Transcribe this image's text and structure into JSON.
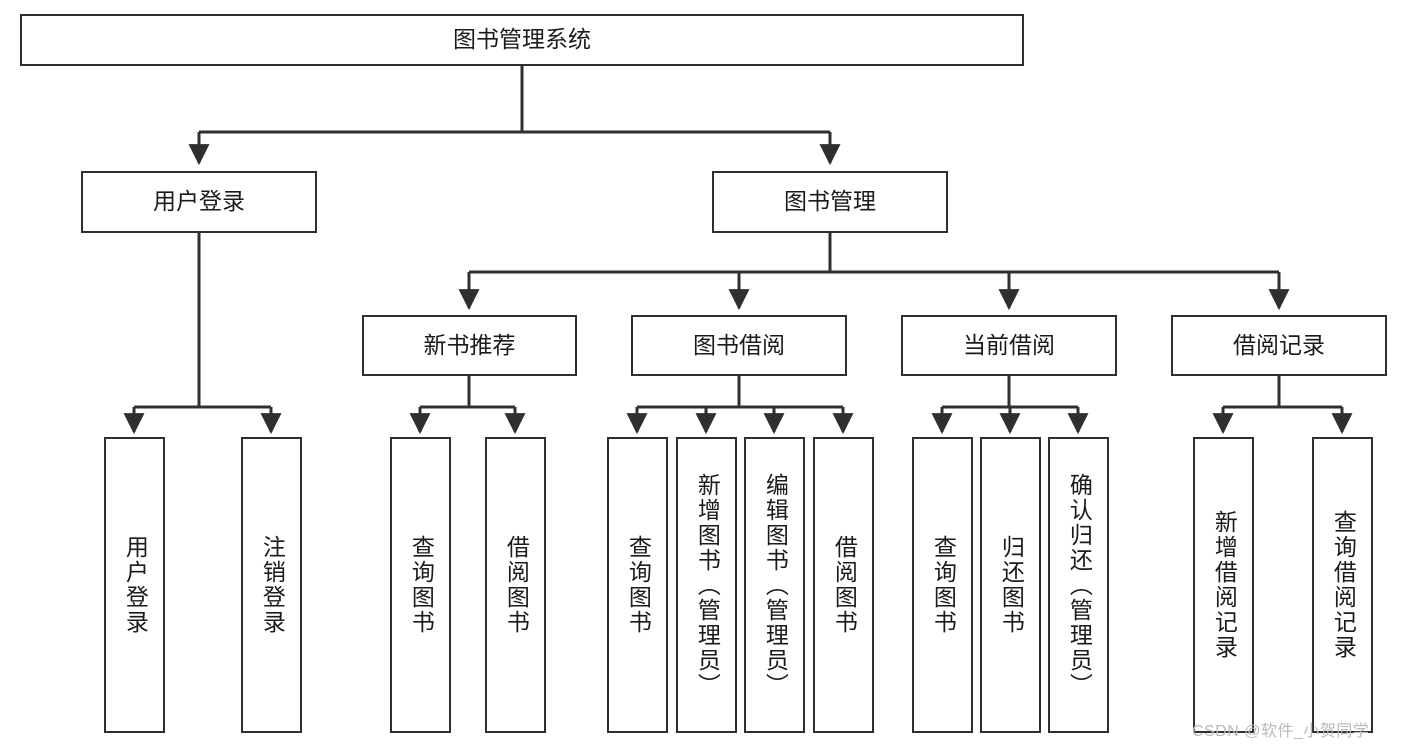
{
  "diagram": {
    "title": "图书管理系统",
    "watermark": "CSDN @软件_小贺同学",
    "style": {
      "border_color": "#2f2f2f",
      "fill_color": "#ffffff",
      "text_color": "#1b1b1b",
      "watermark_color": "#b9b9b9"
    },
    "nodes": {
      "root": "图书管理系统",
      "level1": [
        "用户登录",
        "图书管理"
      ],
      "level2": [
        "新书推荐",
        "图书借阅",
        "当前借阅",
        "借阅记录"
      ],
      "leaves": {
        "user_login": [
          "用户登录",
          "注销登录"
        ],
        "new_book_recommend": [
          "查询图书",
          "借阅图书"
        ],
        "book_borrow": [
          "查询图书",
          "新增图书（管理员）",
          "编辑图书（管理员）",
          "借阅图书"
        ],
        "current_borrow": [
          "查询图书",
          "归还图书",
          "确认归还（管理员）"
        ],
        "borrow_record": [
          "新增借阅记录",
          "查询借阅记录"
        ]
      }
    }
  }
}
